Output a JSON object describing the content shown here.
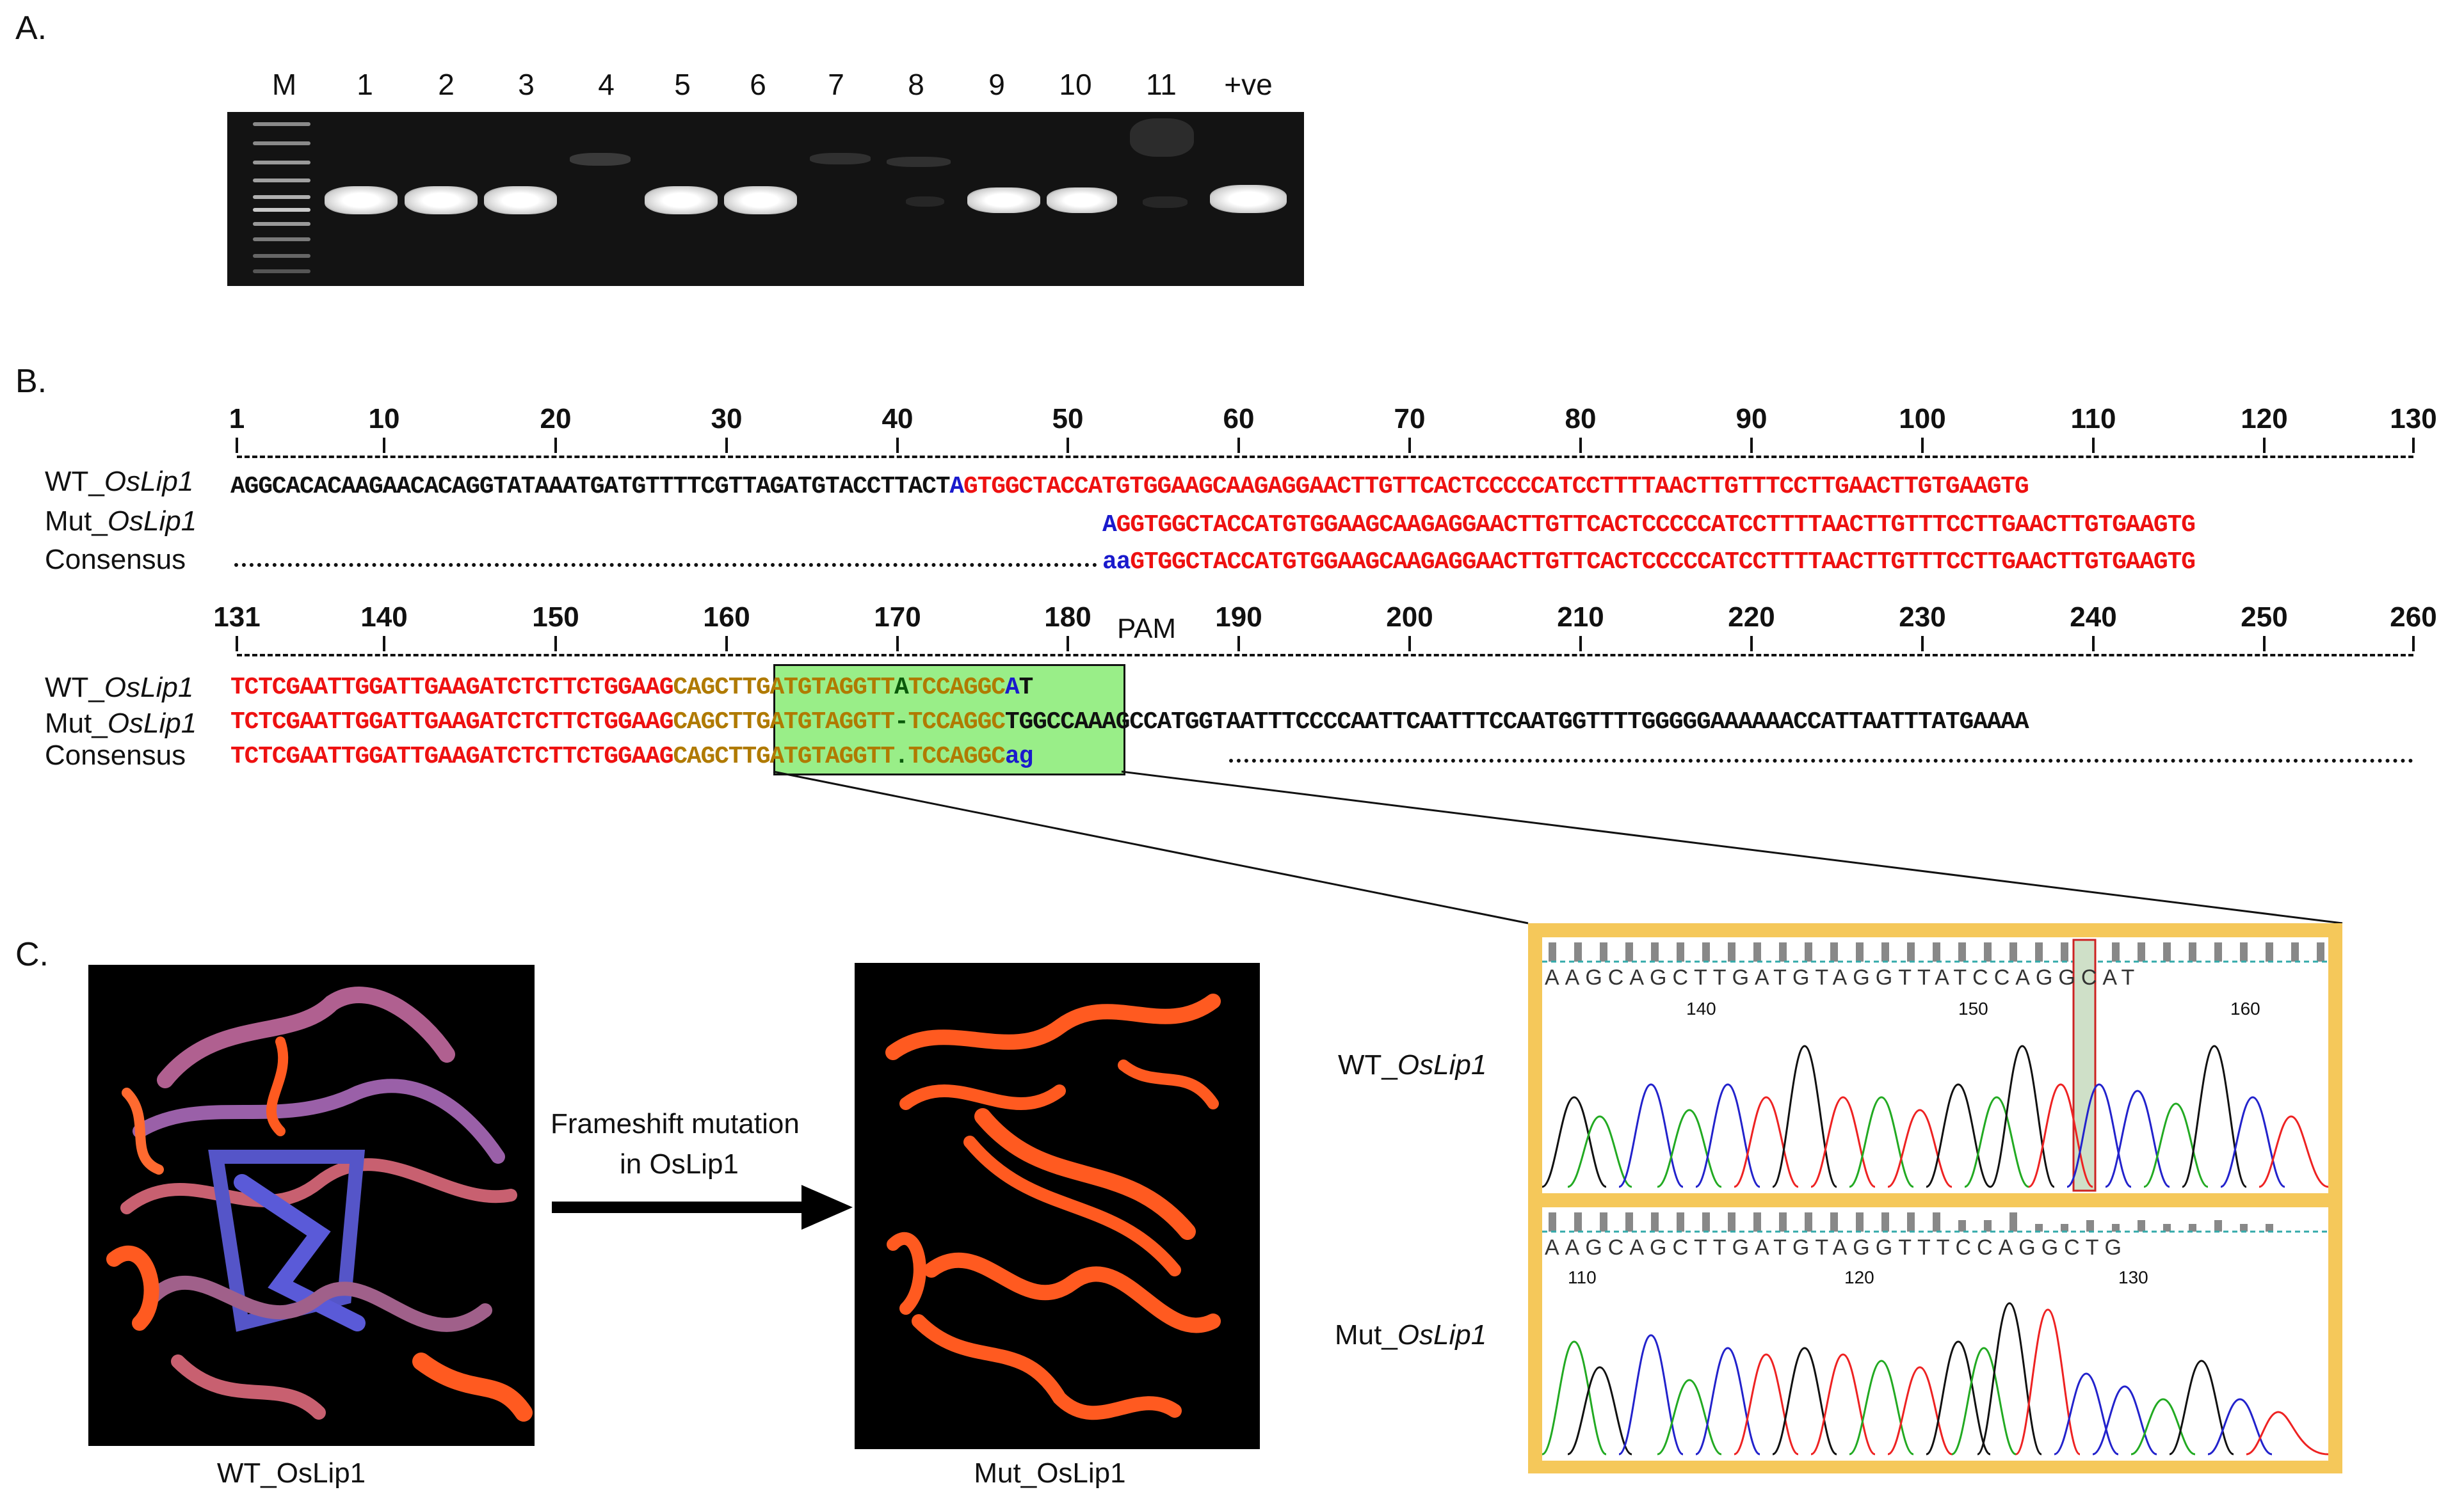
{
  "panel_a": {
    "label": "A.",
    "lanes": [
      "M",
      "1",
      "2",
      "3",
      "4",
      "5",
      "6",
      "7",
      "8",
      "9",
      "10",
      "11",
      "+ve"
    ]
  },
  "panel_b": {
    "label": "B.",
    "ruler1": [
      "1",
      "10",
      "20",
      "30",
      "40",
      "50",
      "60",
      "70",
      "80",
      "90",
      "100",
      "110",
      "120",
      "130"
    ],
    "ruler2": [
      "131",
      "140",
      "150",
      "160",
      "170",
      "180",
      "190",
      "200",
      "210",
      "220",
      "230",
      "240",
      "250",
      "260"
    ],
    "pam_label": "PAM",
    "row_labels": {
      "wt_prefix": "WT_",
      "mut_prefix": "Mut_",
      "gene": "OsLip1",
      "consensus": "Consensus"
    },
    "seq1": {
      "wt_black": "AGGCACACAAGAACACAGGTATAAATGATGTTTTCGTTAGATGTACCTTACT",
      "wt_blue": "A",
      "wt_red": "GTGGCTACCATGTGGAAGCAAGAGGAACTTGTTCACTCCCCCATCCTTTTAACTTGTTTCCTTGAACTTGTGAAGTG",
      "mut_blue": "A",
      "mut_red": "GGTGGCTACCATGTGGAAGCAAGAGGAACTTGTTCACTCCCCCATCCTTTTAACTTGTTTCCTTGAACTTGTGAAGTG",
      "cons_blue": "aa",
      "cons_red": "GTGGCTACCATGTGGAAGCAAGAGGAACTTGTTCACTCCCCCATCCTTTTAACTTGTTTCCTTGAACTTGTGAAGTG"
    },
    "seq2": {
      "wt_red1": "TCTCGAATTGGATTGAAGATCTCTTCTGGAAG",
      "wt_gold": "CAGCTTGATGTAGGTT",
      "wt_mark": "A",
      "wt_red2": "TCCAGGC",
      "wt_blue": "A",
      "wt_black": "T",
      "mut_red1": "TCTCGAATTGGATTGAAGATCTCTTCTGGAAG",
      "mut_gold": "CAGCTTGATGTAGGTT",
      "mut_mark": "-",
      "mut_red2": "TCCAGGC",
      "mut_black": "TGGCCAAAGCCATGGTAATTTCCCCAATTCAATTTCCAATGGTTTTGGGGGAAAAAACCATTAATTTATGAAAA",
      "cons_red1": "TCTCGAATTGGATTGAAGATCTCTTCTGGAAG",
      "cons_gold": "CAGCTTGATGTAGGTT",
      "cons_mark": ".",
      "cons_red2": "TCCAGGC",
      "cons_blue": "ag"
    }
  },
  "panel_c": {
    "label": "C.",
    "arrow_text_1": "Frameshift mutation",
    "arrow_text_2": "in  OsLip1",
    "wt_caption": "WT_OsLip1",
    "mut_caption": "Mut_OsLip1",
    "chromo_wt_prefix": "WT_",
    "chromo_mut_prefix": "Mut_",
    "chromo_gene": "OsLip1",
    "wt_bases": "AAGCAGCTTGATGTAGGTTATCCAGGCAT",
    "wt_positions": [
      "140",
      "150",
      "160"
    ],
    "mut_bases": "AAGCAGCTTGATGTAGGTTTCCAGGCTG",
    "mut_positions": [
      "110",
      "120",
      "130"
    ]
  },
  "colors": {
    "highlight_green": "#99ee88",
    "chromo_frame": "#f5c85a",
    "seq_red": "#ee1111",
    "seq_blue": "#1a1acc",
    "seq_gold": "#b07a00"
  }
}
